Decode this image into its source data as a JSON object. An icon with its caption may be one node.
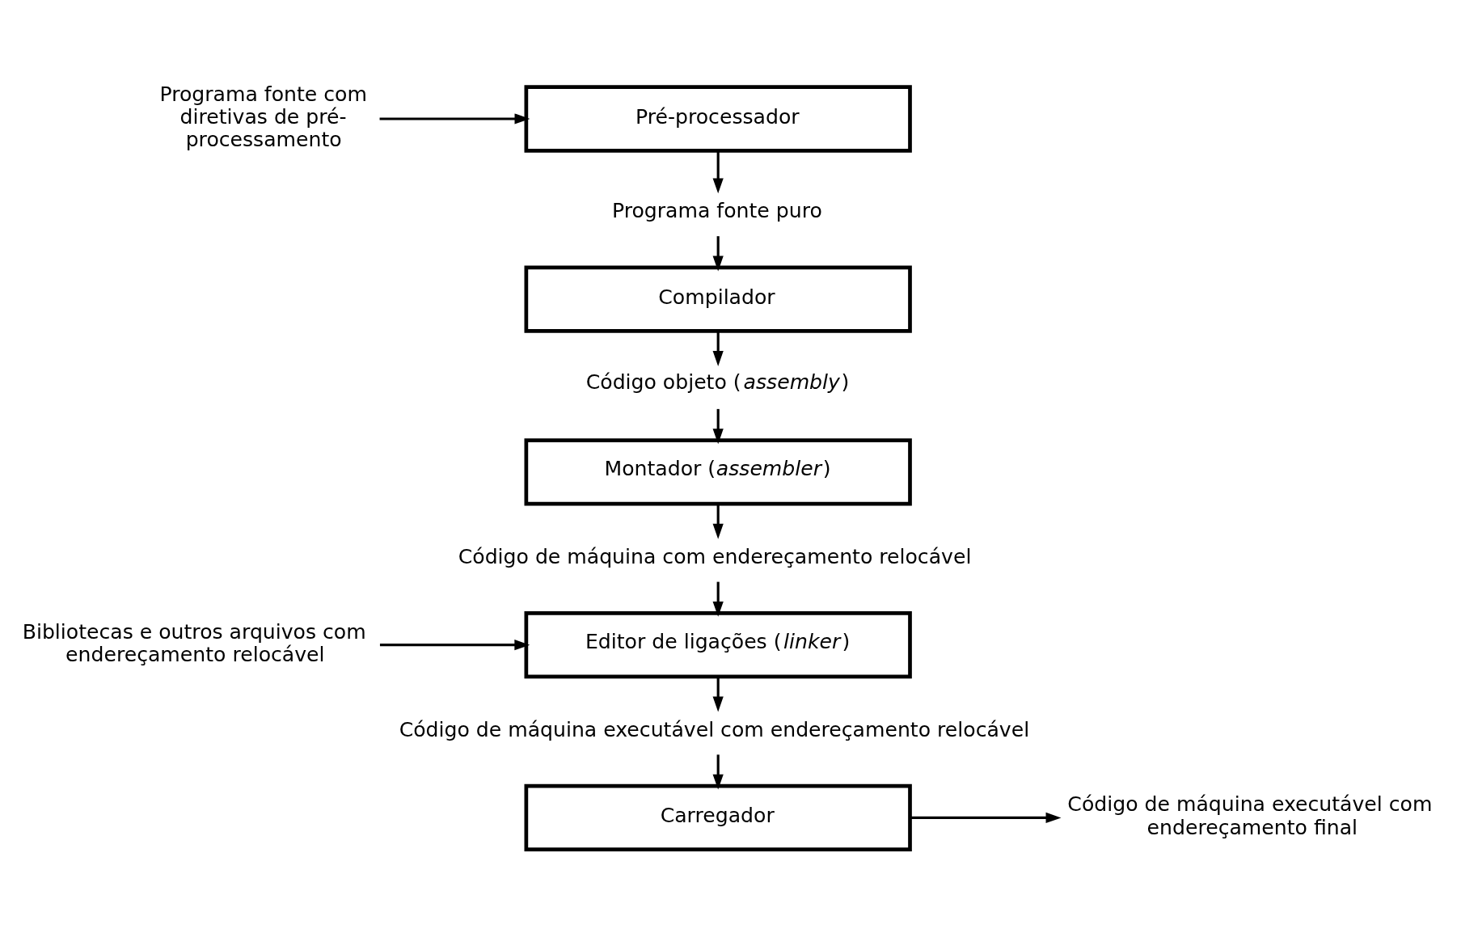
{
  "diagram": {
    "nodes": [
      {
        "text": [
          "Programa fonte com diretivas de pré-processamento"
        ]
      },
      {
        "text": [
          "Pré-processador"
        ]
      },
      {
        "text": [
          "Programa fonte puro"
        ]
      },
      {
        "text": [
          "Compilador"
        ]
      },
      {
        "text": [
          "Código objeto (*assembly*)"
        ]
      },
      {
        "text": [
          "Montador (*assembler*)"
        ]
      },
      {
        "text": [
          "Código de máquina com endereçamento relocável"
        ]
      },
      {
        "text": [
          "Editor de ligações (*linker*)"
        ]
      },
      {
        "text": [
          "Bibliotecas e outros arquivos com endereçamento relocável"
        ]
      },
      {
        "text": [
          "Código de máquina executável com endereçamento relocável"
        ]
      },
      {
        "text": [
          "Carregador"
        ]
      },
      {
        "text": [
          "Código de máquina executável com endereçamento final"
        ]
      }
    ],
    "edges": [
      {
        "from": 0,
        "to": 1,
        "arrow": "to"
      },
      {
        "from": 1,
        "to": 2,
        "arrow": "to"
      },
      {
        "from": 2,
        "to": 3,
        "arrow": "to"
      },
      {
        "from": 3,
        "to": 4,
        "arrow": "to"
      },
      {
        "from": 4,
        "to": 5,
        "arrow": "to"
      },
      {
        "from": 5,
        "to": 6,
        "arrow": "to"
      },
      {
        "from": 6,
        "to": 7,
        "arrow": "to"
      },
      {
        "from": 8,
        "to": 7,
        "arrow": "to"
      },
      {
        "from": 7,
        "to": 9,
        "arrow": "to"
      },
      {
        "from": 9,
        "to": 10,
        "arrow": "to"
      },
      {
        "from": 10,
        "to": 11,
        "arrow": "to"
      }
    ]
  }
}
